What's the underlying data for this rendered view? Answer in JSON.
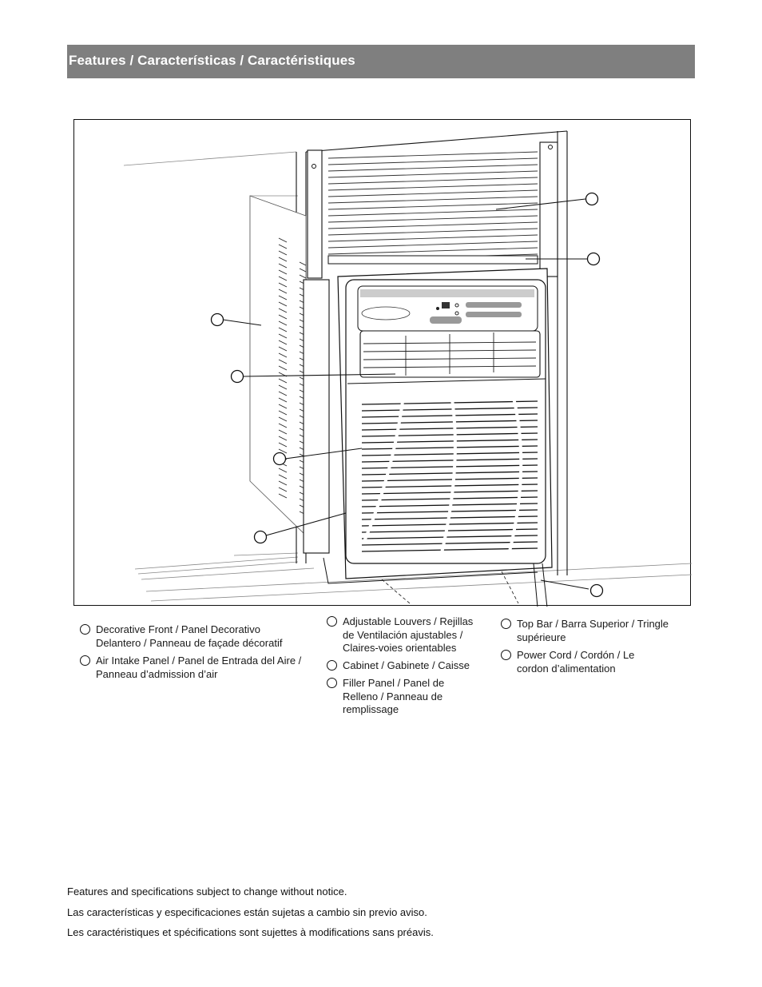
{
  "header": {
    "title": "Features / Características / Caractéristiques"
  },
  "legend": [
    {
      "text": "Decorative Front / Panel Decorativo Delantero / Panneau de façade décoratif"
    },
    {
      "text": "Air Intake Panel / Panel de Entrada del Aire / Panneau d’admission d’air"
    },
    {
      "text": "Adjustable Louvers / Rejillas de Ventilación ajustables / Claires-voies orientables"
    },
    {
      "text": "Cabinet / Gabinete / Caisse"
    },
    {
      "text": "Filler Panel / Panel de Relleno / Panneau de remplissage"
    },
    {
      "text": "Top Bar / Barra Superior / Tringle supérieure"
    },
    {
      "text": "Power Cord / Cordón / Le cordon d’alimentation"
    }
  ],
  "footer": {
    "english": "Features and specifications subject to change without notice.",
    "spanish": "Las características y especificaciones están sujetas a cambio sin previo aviso.",
    "french": "Les caractéristiques et spécifications sont sujettes à modifications sans préavis."
  }
}
